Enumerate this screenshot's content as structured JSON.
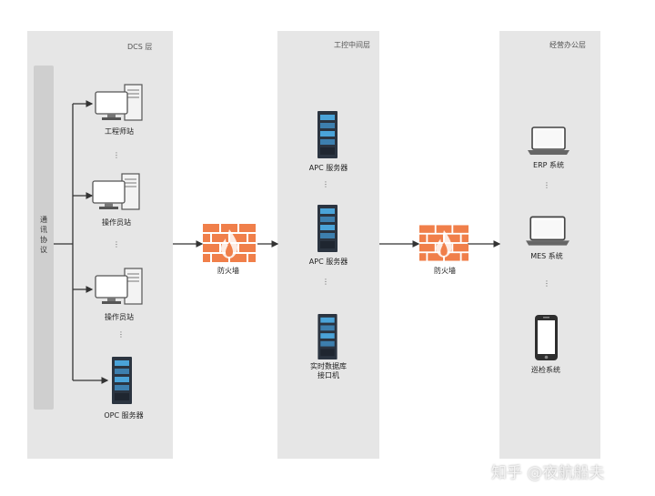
{
  "panels": {
    "dcs": {
      "title": "DCS 层"
    },
    "middleware": {
      "title": "工控中间层"
    },
    "office": {
      "title": "经营办公层"
    }
  },
  "bus": {
    "label": "通\n讯\n协\n议"
  },
  "dcs_nodes": [
    {
      "label": "工程师站",
      "icon": "workstation-icon"
    },
    {
      "label": "操作员站",
      "icon": "workstation-icon"
    },
    {
      "label": "操作员站",
      "icon": "workstation-icon"
    },
    {
      "label": "OPC 服务器",
      "icon": "server-icon"
    }
  ],
  "middleware_nodes": [
    {
      "label": "APC 服务器",
      "icon": "server-icon"
    },
    {
      "label": "APC 服务器",
      "icon": "server-icon"
    },
    {
      "label": "实时数据库\n接口机",
      "icon": "server-icon"
    }
  ],
  "office_nodes": [
    {
      "label": "ERP 系统",
      "icon": "laptop-icon"
    },
    {
      "label": "MES 系统",
      "icon": "laptop-icon"
    },
    {
      "label": "巡检系统",
      "icon": "phone-icon"
    }
  ],
  "firewalls": [
    {
      "label": "防火墙",
      "icon": "firewall-icon"
    },
    {
      "label": "防火墙",
      "icon": "firewall-icon"
    }
  ],
  "ellipsis": "⋮",
  "watermark": "知乎 @夜航船夫",
  "colors": {
    "panel": "#e6e6e6",
    "firewall": "#f07f4a",
    "server": "#2b3440",
    "server_accent": "#4aa3d8",
    "line": "#333333"
  }
}
